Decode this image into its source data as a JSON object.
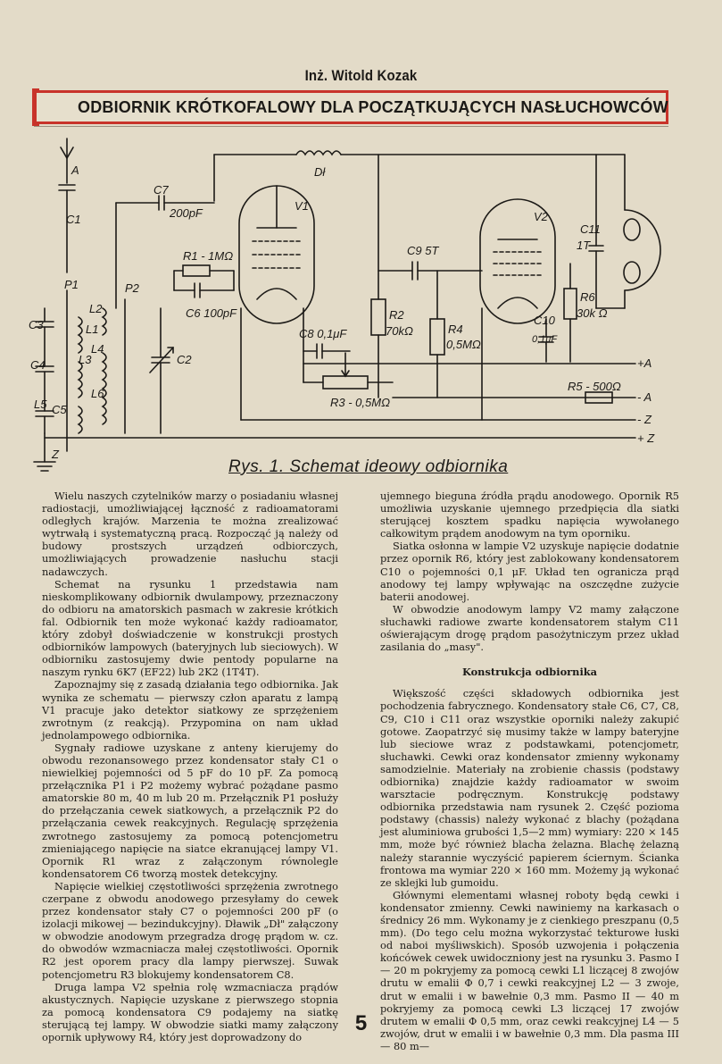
{
  "article": {
    "author": "Inż. Witold Kozak",
    "title": "ODBIORNIK KRÓTKOFALOWY DLA POCZĄTKUJĄCYCH NASŁUCHOWCÓW"
  },
  "figure": {
    "caption": "Rys. 1. Schemat ideowy odbiornika",
    "labels": {
      "A": "A",
      "C1": "C1",
      "C7": "C7",
      "c7v": "200pF",
      "Dl": "Dł",
      "V1": "V1",
      "V2": "V2",
      "R1": "R1 - 1MΩ",
      "C6": "C6 100pF",
      "P1": "P1",
      "P2": "P2",
      "C3": "C3",
      "L1": "L1",
      "L2": "L2",
      "C4": "C4",
      "L3": "L3",
      "L4": "L4",
      "C2": "C2",
      "L5": "L5",
      "C5": "C5",
      "L6": "L6",
      "Z": "Z",
      "C8": "C8 0,1μF",
      "R3": "R3 - 0,5MΩ",
      "R2": "R2",
      "R2v": "70kΩ",
      "C9": "C9 5T",
      "R4": "R4",
      "R4v": "0,5MΩ",
      "C10": "C10",
      "C10v": "0,1μF",
      "R6": "R6",
      "R6v": "30k Ω",
      "C11": "C11",
      "C11v": "1T",
      "R5": "R5 - 500Ω",
      "plusA": "+A",
      "minusA": "- A",
      "Zr": "- Z",
      "Zplus": "+ Z"
    }
  },
  "column1": [
    "Wielu naszych czytelników marzy o posiadaniu własnej radiostacji, umożliwiającej łączność z radioamatorami odległych krajów. Marzenia te można zrealizować wytrwałą i systematyczną pracą. Rozpocząć ją należy od budowy prostszych urządzeń odbiorczych, umożliwiających prowadzenie nasłuchu stacji nadawczych.",
    "Schemat na rysunku 1 przedstawia nam nieskomplikowany odbiornik dwulampowy, przeznaczony do odbioru na amatorskich pasmach w zakresie krótkich fal. Odbiornik ten może wykonać każdy radioamator, który zdobył doświadczenie w konstrukcji prostych odbiorników lampowych (bateryjnych lub sieciowych). W odbiorniku zastosujemy dwie pentody popularne na naszym rynku 6K7 (EF22) lub 2K2 (1T4T).",
    "Zapoznajmy się z zasadą działania tego odbiornika. Jak wynika ze schematu — pierwszy człon aparatu z lampą V1 pracuje jako detektor siatkowy ze sprzężeniem zwrotnym (z reakcją). Przypomina on nam układ jednolampowego odbiornika.",
    "Sygnały radiowe uzyskane z anteny kierujemy do obwodu rezonansowego przez kondensator stały C1 o niewielkiej pojemności od 5 pF do 10 pF. Za pomocą przełącznika P1 i P2 możemy wybrać pożądane pasmo amatorskie 80 m, 40 m lub 20 m. Przełącznik P1 posłuży do przełączania cewek siatkowych, a przełącznik P2 do przełączania cewek reakcyjnych. Regulację sprzężenia zwrotnego zastosujemy za pomocą potencjometru zmieniającego napięcie na siatce ekranującej lampy V1. Opornik R1 wraz z załączonym równolegle kondensatorem C6 tworzą mostek detekcyjny.",
    "Napięcie wielkiej częstotliwości sprzężenia zwrotnego czerpane z obwodu anodowego przesyłamy do cewek przez kondensator stały C7 o pojemności 200 pF (o izolacji mikowej — bezindukcyjny). Dławik „Dł\" załączony w obwodzie anodowym przegradza drogę prądom w. cz. do obwodów wzmacniacza małej częstotliwości. Opornik R2 jest oporem pracy dla lampy pierwszej. Suwak potencjometru R3 blokujemy kondensatorem C8.",
    "Druga lampa V2 spełnia rolę wzmacniacza prądów akustycznych. Napięcie uzyskane z pierwszego stopnia za pomocą kondensatora C9 podajemy na siatkę sterującą tej lampy. W obwodzie siatki mamy załączony opornik upływowy R4, który jest doprowadzony do"
  ],
  "column2": [
    "ujemnego bieguna źródła prądu anodowego. Opornik R5 umożliwia uzyskanie ujemnego przedpięcia dla siatki sterującej kosztem spadku napięcia wywołanego całkowitym prądem anodowym na tym oporniku.",
    "Siatka osłonna w lampie V2 uzyskuje napięcie dodatnie przez opornik R6, który jest zablokowany kondensatorem C10 o pojemności 0,1 μF. Układ ten ogranicza prąd anodowy tej lampy wpływając na oszczędne zużycie baterii anodowej.",
    "W obwodzie anodowym lampy V2 mamy załączone słuchawki radiowe zwarte kondensatorem stałym C11 oświerającym drogę prądom pasożytniczym przez układ zasilania do „masy\"."
  ],
  "section": {
    "heading": "Konstrukcja odbiornika"
  },
  "column2b": [
    "Większość części składowych odbiornika jest pochodzenia fabrycznego. Kondensatory stałe C6, C7, C8, C9, C10 i C11 oraz wszystkie oporniki należy zakupić gotowe. Zaopatrzyć się musimy także w lampy bateryjne lub sieciowe wraz z podstawkami, potencjometr, słuchawki. Cewki oraz kondensator zmienny wykonamy samodzielnie. Materiały na zrobienie chassis (podstawy odbiornika) znajdzie każdy radioamator w swoim warsztacie podręcznym. Konstrukcję podstawy odbiornika przedstawia nam rysunek 2. Część pozioma podstawy (chassis) należy wykonać z blachy (pożądana jest aluminiowa grubości 1,5—2 mm) wymiary: 220 × 145 mm, może być również blacha żelazna. Blachę żelazną należy starannie wyczyścić papierem ściernym. Ścianka frontowa ma wymiar 220 × 160 mm. Możemy ją wykonać ze sklejki lub gumoidu.",
    "Głównymi elementami własnej roboty będą cewki i kondensator zmienny. Cewki nawiniemy na karkasach o średnicy 26 mm. Wykonamy je z cienkiego preszpanu (0,5 mm). (Do tego celu można wykorzystać tekturowe łuski od naboi myśliwskich). Sposób uzwojenia i połączenia końcówek cewek uwidoczniony jest na rysunku 3. Pasmo I — 20 m pokryjemy za pomocą cewki L1 liczącej 8 zwojów drutu w emalii Φ 0,7 i cewki reakcyjnej L2 — 3 zwoje, drut w emalii i w bawełnie 0,3 mm. Pasmo II — 40 m pokryjemy za pomocą cewki L3 liczącej 17 zwojów drutem w emalii Φ 0,5 mm, oraz cewki reakcyjnej L4 — 5 zwojów, drut w emalii i w bawełnie 0,3 mm. Dla pasma III — 80 m—"
  ],
  "page_number": "5"
}
